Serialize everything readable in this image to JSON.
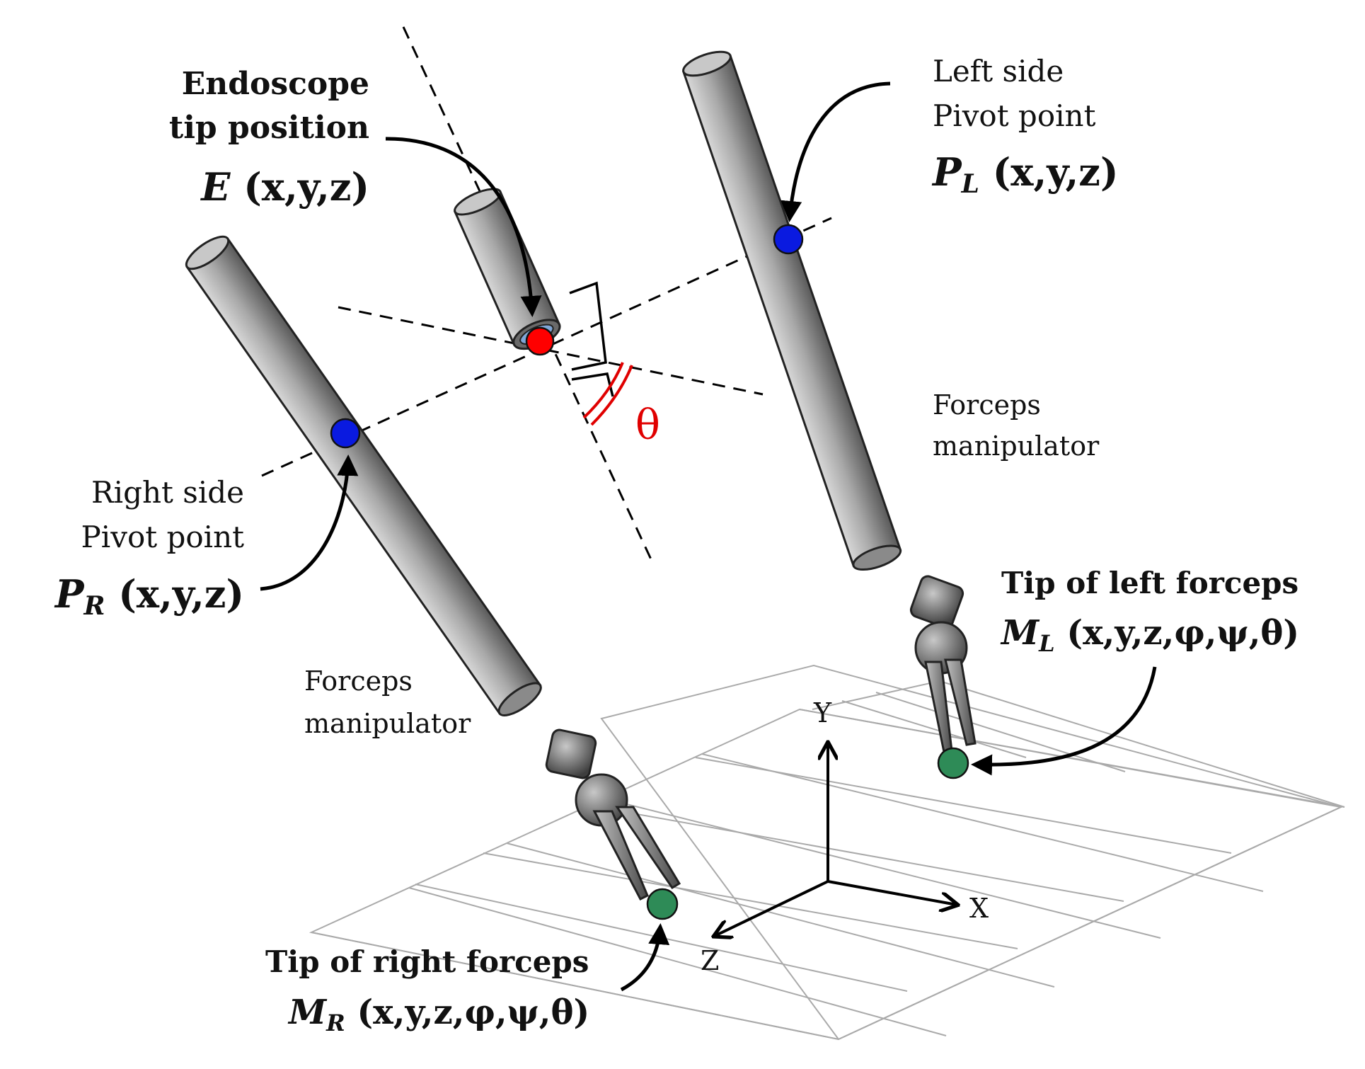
{
  "labels": {
    "endoscope": {
      "line1": "Endoscope",
      "line2": "tip position",
      "symbol": "E",
      "coords": " (x,y,z)"
    },
    "left_pivot": {
      "line1": "Left side",
      "line2": "Pivot point",
      "symbol": "P",
      "subscript": "L",
      "coords": " (x,y,z)"
    },
    "right_pivot": {
      "line1": "Right side",
      "line2": "Pivot point",
      "symbol": "P",
      "subscript": "R",
      "coords": " (x,y,z)"
    },
    "forceps_left": {
      "line1": "Forceps",
      "line2": "manipulator"
    },
    "forceps_right": {
      "line1": "Forceps",
      "line2": "manipulator"
    },
    "tip_left": {
      "line1": "Tip of left forceps",
      "symbol": "M",
      "subscript": "L",
      "coords": " (x,y,z,φ,ψ,θ)"
    },
    "tip_right": {
      "line1": "Tip of right forceps",
      "symbol": "M",
      "subscript": "R",
      "coords": " (x,y,z,φ,ψ,θ)"
    },
    "theta": "θ",
    "axes": {
      "x": "X",
      "y": "Y",
      "z": "Z"
    }
  },
  "colors": {
    "pivot_point": "#0a1ae0",
    "endoscope_tip": "#ff0000",
    "endoscope_lens": "#7fa6d6",
    "forceps_tip": "#2e8b57",
    "angle_marker": "#e00000",
    "shaft_dark": "#555555",
    "shaft_light": "#dcdcdc",
    "grid": "#aaaaaa"
  }
}
